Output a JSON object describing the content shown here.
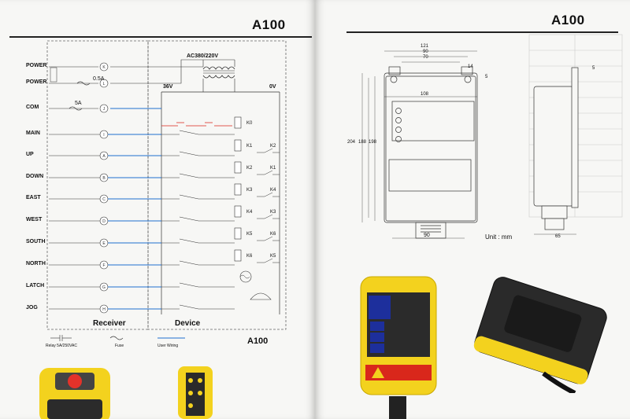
{
  "left_page": {
    "title": "A100",
    "footer_title": "A100",
    "section_receiver": "Receiver",
    "section_device": "Device",
    "inputs": [
      {
        "name": "POWER",
        "terminal": "K"
      },
      {
        "name": "POWER",
        "terminal": "L"
      },
      {
        "name": "COM",
        "terminal": "J"
      },
      {
        "name": "MAIN",
        "terminal": "I"
      },
      {
        "name": "UP",
        "terminal": "A"
      },
      {
        "name": "DOWN",
        "terminal": "B"
      },
      {
        "name": "EAST",
        "terminal": "C"
      },
      {
        "name": "WEST",
        "terminal": "D"
      },
      {
        "name": "SOUTH",
        "terminal": "E"
      },
      {
        "name": "NORTH",
        "terminal": "F"
      },
      {
        "name": "LATCH",
        "terminal": "G"
      },
      {
        "name": "JOG",
        "terminal": "H"
      }
    ],
    "supply_label": "AC380/220V",
    "fuse_main": "0.5A",
    "fuse_com": "5A",
    "v36": "36V",
    "v0": "0V",
    "relays": [
      {
        "coil": "K0",
        "contact": ""
      },
      {
        "coil": "K1",
        "contact": "K2"
      },
      {
        "coil": "K2",
        "contact": "K1"
      },
      {
        "coil": "K3",
        "contact": "K4"
      },
      {
        "coil": "K4",
        "contact": "K3"
      },
      {
        "coil": "K5",
        "contact": "K6"
      },
      {
        "coil": "K6",
        "contact": "K5"
      }
    ],
    "legend": {
      "relay": "Relay 5A/250VAC",
      "fuse": "Fuse",
      "wiring": "User Wiring"
    }
  },
  "right_page": {
    "title": "A100",
    "dims": {
      "w121": "121",
      "w90": "90",
      "w70": "70",
      "w108": "108",
      "h204": "204",
      "h188": "188",
      "h198": "198",
      "d5": "5",
      "d14": "14",
      "bottom90": "90",
      "side65": "65",
      "side5": "5"
    },
    "unit_label": "Unit : mm"
  },
  "colors": {
    "accent_blue": "#1f6fd0",
    "housing_yellow": "#f3d21e",
    "button_blue": "#1d2f9c",
    "warning_red": "#d9271b"
  }
}
